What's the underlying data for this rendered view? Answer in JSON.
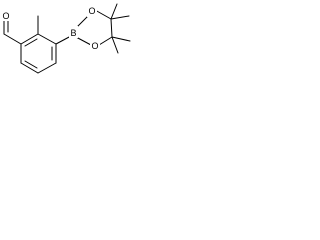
{
  "molecule": {
    "atom_labels": {
      "aldehyde_oxygen": "O",
      "boron": "B",
      "ring_oxygen_upper": "O",
      "ring_oxygen_lower": "O"
    },
    "colors": {
      "bond": "#000000",
      "background": "#ffffff"
    }
  }
}
